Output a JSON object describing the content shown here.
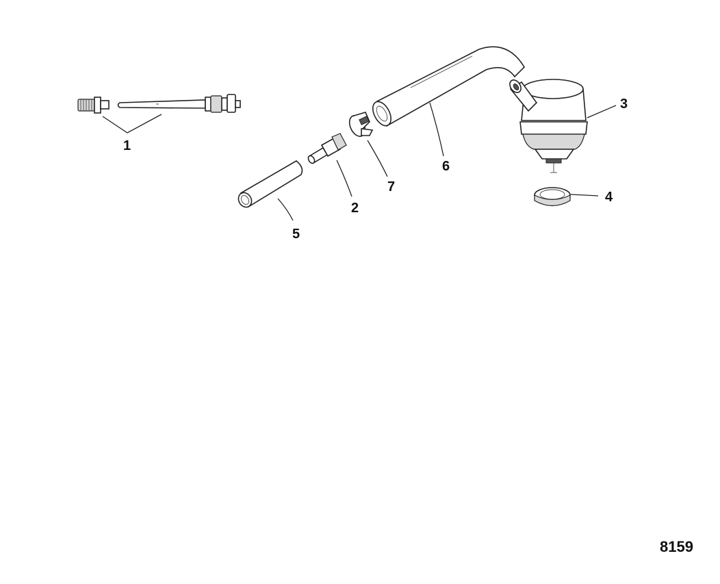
{
  "callouts": {
    "c1": "1",
    "c2": "2",
    "c3": "3",
    "c4": "4",
    "c5": "5",
    "c6": "6",
    "c7": "7"
  },
  "figure_number": "8159"
}
